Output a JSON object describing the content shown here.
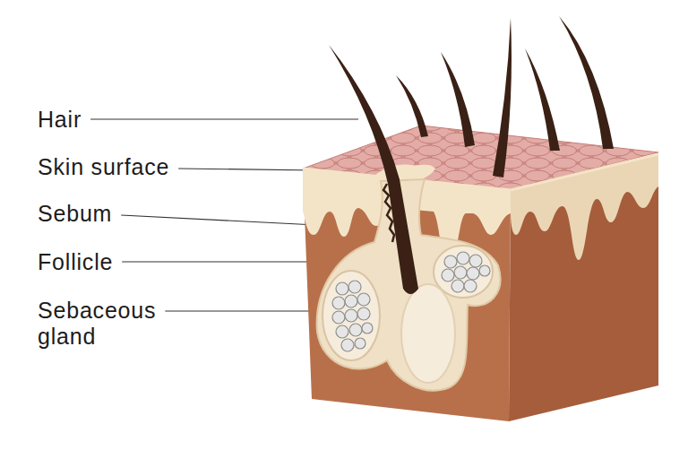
{
  "diagram": {
    "labels": [
      "Hair",
      "Skin surface",
      "Sebum",
      "Follicle",
      "Sebaceous gland"
    ]
  }
}
